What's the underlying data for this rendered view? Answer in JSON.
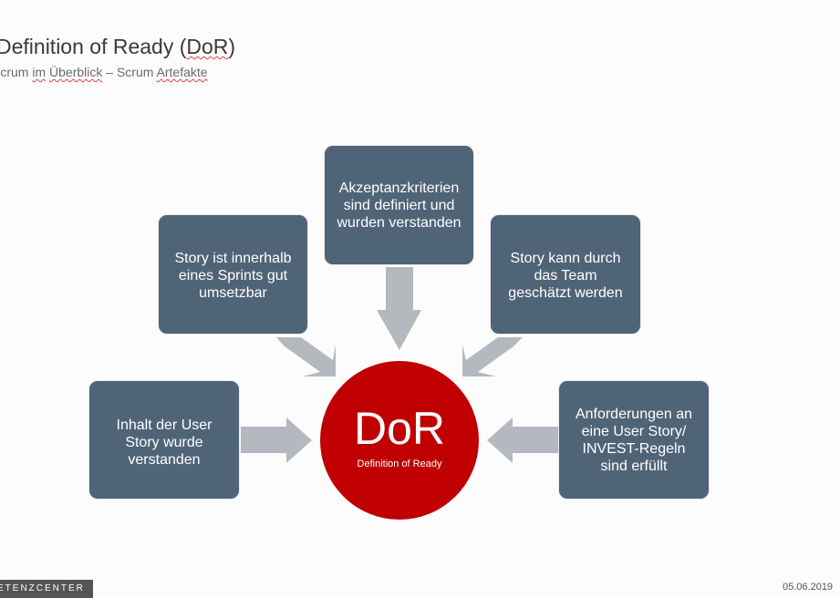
{
  "slide": {
    "title_parts": [
      "Definition of Ready (",
      "DoR",
      ")"
    ],
    "subtitle_parts": [
      "Scrum ",
      "im",
      " ",
      "Überblick",
      " – Scrum ",
      "Artefakte"
    ],
    "center": {
      "abbreviation": "DoR",
      "label": "Definition of Ready",
      "color": "#c00000"
    },
    "criteria": [
      {
        "text": "Inhalt der User\nStory wurde\nverstanden"
      },
      {
        "text": "Story ist innerhalb\neines Sprints gut\numsetzbar"
      },
      {
        "text": "Akzeptanzkriterien\nsind definiert und\nwurden verstanden"
      },
      {
        "text": "Story kann durch\ndas Team\ngeschätzt werden"
      },
      {
        "text": "Anforderungen an\neine User Story/\nINVEST-Regeln\nsind erfüllt"
      }
    ],
    "box_color": "#506478",
    "arrow_color": "#b4b9bf"
  },
  "footer": {
    "logo_text": "ETENZCENTER",
    "date": "05.06.2019"
  }
}
